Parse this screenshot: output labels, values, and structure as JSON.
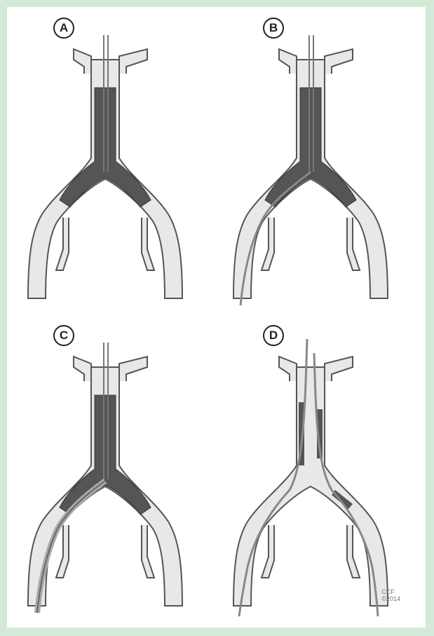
{
  "figure": {
    "panels": [
      {
        "label": "A",
        "variant": "thrombus-with-catheter"
      },
      {
        "label": "B",
        "variant": "wire-through-left-iliac"
      },
      {
        "label": "C",
        "variant": "balloon-in-left-iliac"
      },
      {
        "label": "D",
        "variant": "bilateral-catheters-cleared"
      }
    ],
    "credit_line1": "CCF",
    "credit_line2": "©2014"
  },
  "colors": {
    "vessel_fill": "#e8e8e8",
    "vessel_outline": "#555555",
    "thrombus": "#555555",
    "background": "#d3ead9"
  }
}
